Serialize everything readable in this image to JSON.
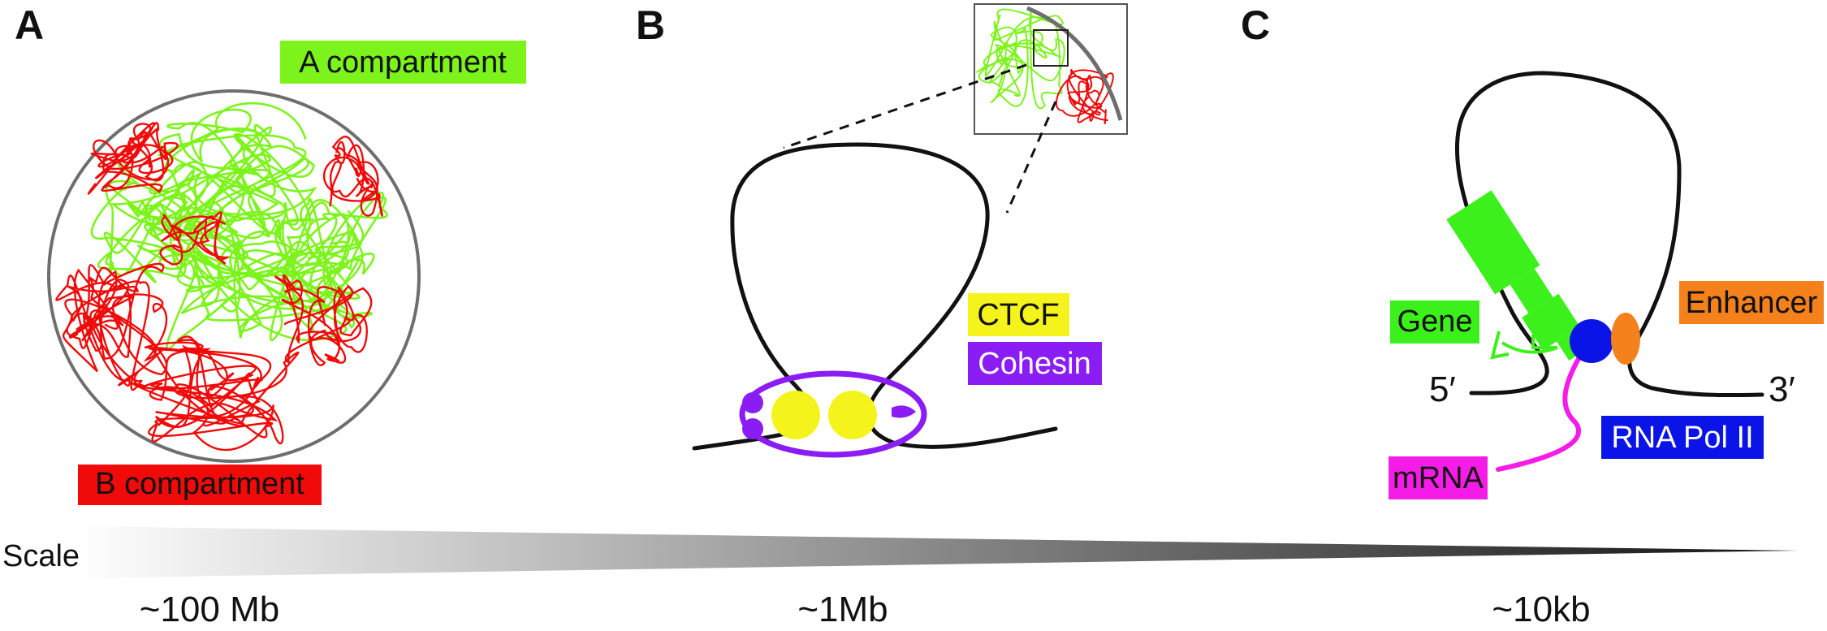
{
  "panels": {
    "a": {
      "letter": "A",
      "a_compartment": {
        "label": "A compartment",
        "color": "#7cf41c"
      },
      "b_compartment": {
        "label": "B compartment",
        "color": "#f00a0a"
      }
    },
    "b": {
      "letter": "B",
      "ctcf": {
        "label": "CTCF",
        "color": "#f4f41c"
      },
      "cohesin": {
        "label": "Cohesin",
        "color": "#8a1cf4"
      }
    },
    "c": {
      "letter": "C",
      "gene": {
        "label": "Gene",
        "color": "#3cf01c"
      },
      "enhancer": {
        "label": "Enhancer",
        "color": "#f4811c"
      },
      "five_prime": "5′",
      "three_prime": "3′",
      "rna_pol": {
        "label": "RNA Pol II",
        "color": "#0a14e6"
      },
      "mrna": {
        "label": "mRNA",
        "color": "#f41ce6"
      }
    }
  },
  "scale": {
    "label": "Scale",
    "sizes": [
      "~100 Mb",
      "~1Mb",
      "~10kb"
    ]
  }
}
